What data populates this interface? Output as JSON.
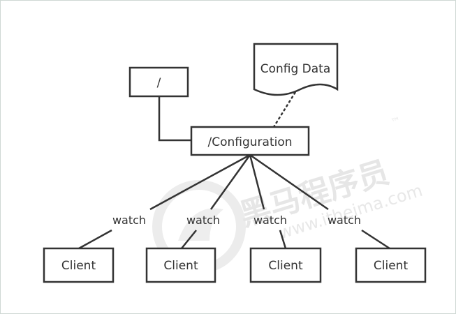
{
  "nodes": {
    "root": "/",
    "configuration": "/Configuration",
    "config_data": "Config Data",
    "clients": [
      "Client",
      "Client",
      "Client",
      "Client"
    ]
  },
  "edges": {
    "watch_labels": [
      "watch",
      "watch",
      "watch",
      "watch"
    ]
  },
  "watermark": {
    "brand": "黑马程序员",
    "trademark": "™",
    "site": "www.itheima.com"
  },
  "colors": {
    "stroke": "#333333",
    "text": "#333333",
    "frame": "#cfd8d4",
    "watermark": "#e6e6e6"
  },
  "icons": [
    "watermark-logo-icon"
  ]
}
